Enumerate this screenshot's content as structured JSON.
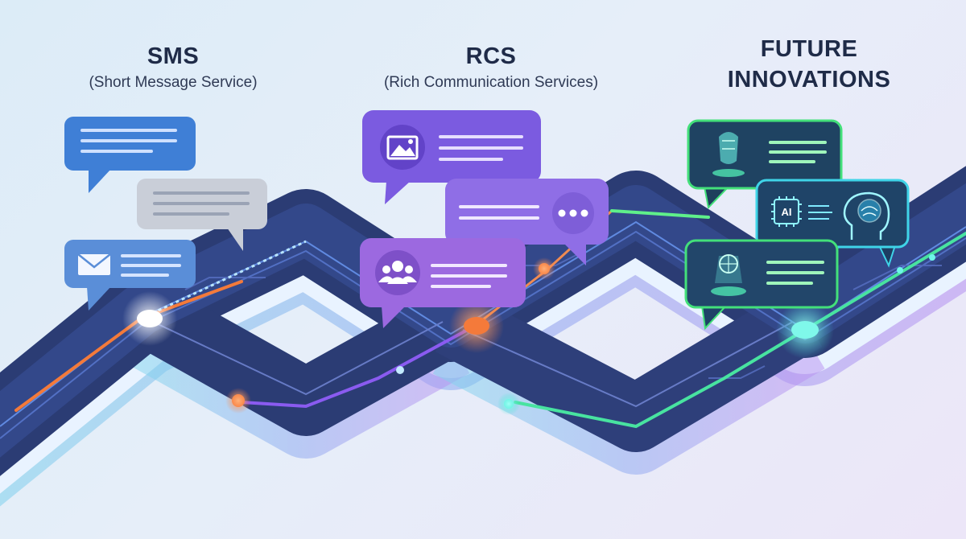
{
  "stages": [
    {
      "title": "SMS",
      "subtitle": "(Short Message Service)"
    },
    {
      "title": "RCS",
      "subtitle": "(Rich Communication Services)"
    },
    {
      "title": "FUTURE",
      "title_line2": "INNOVATIONS"
    }
  ],
  "icons": {
    "rcs": [
      "image-icon",
      "ellipsis-icon",
      "group-icon"
    ],
    "future": [
      "hologram-head-icon",
      "ai-chip-icon",
      "brain-head-icon",
      "hologram-orb-icon"
    ],
    "sms": [
      "envelope-icon"
    ]
  },
  "chip_label": "AI",
  "colors": {
    "sms_blue": "#3f7fd6",
    "sms_gray": "#c9ced8",
    "rcs_purple": "#7b5be0",
    "rcs_violet": "#8f6ee6",
    "future_green": "#43e07a",
    "future_cyan": "#3fd4e8",
    "track": "#2c3f78",
    "orange_node": "#f47a3a"
  }
}
